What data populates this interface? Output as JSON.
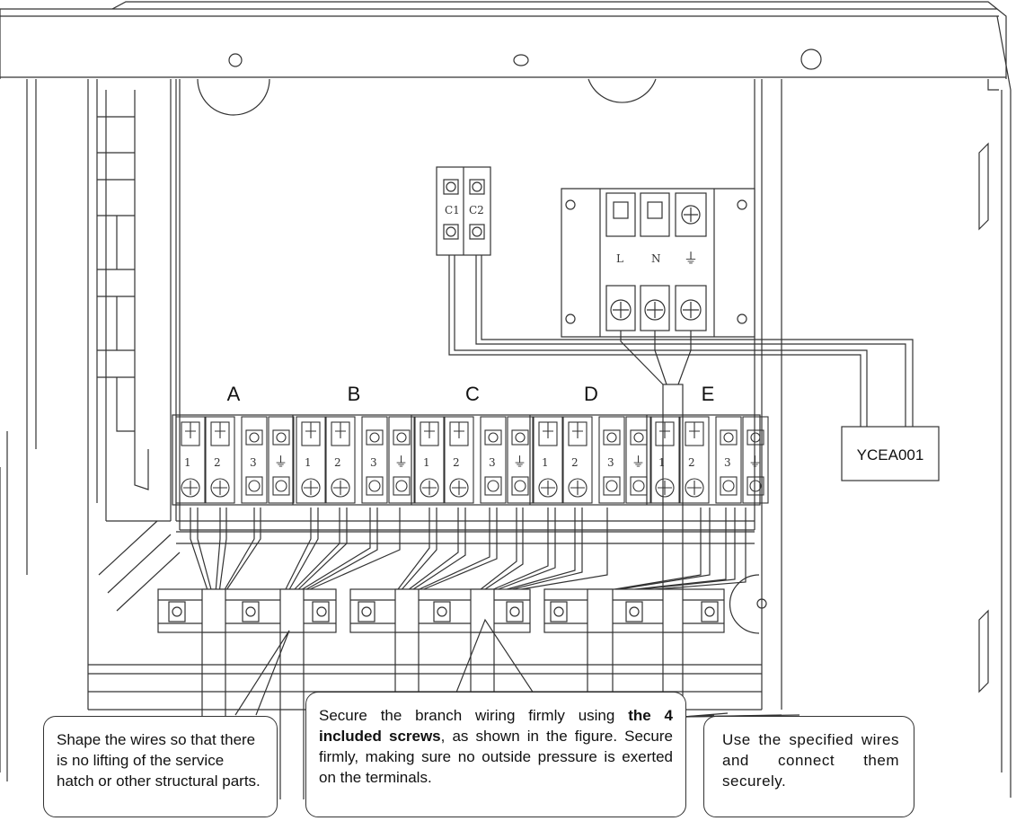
{
  "terminal_blocks": [
    {
      "letter": "A",
      "labels": [
        "1",
        "2",
        "3",
        "⏚"
      ]
    },
    {
      "letter": "B",
      "labels": [
        "1",
        "2",
        "3",
        "⏚"
      ]
    },
    {
      "letter": "C",
      "labels": [
        "1",
        "2",
        "3",
        "⏚"
      ]
    },
    {
      "letter": "D",
      "labels": [
        "1",
        "2",
        "3",
        "⏚"
      ]
    },
    {
      "letter": "E",
      "labels": [
        "1",
        "2",
        "3",
        "⏚"
      ]
    }
  ],
  "power_terminal": {
    "labels": [
      "L",
      "N",
      "⏚"
    ]
  },
  "comm_terminal": {
    "labels": [
      "C1",
      "C2"
    ]
  },
  "controller_label": "YCEA001",
  "callouts": {
    "left": "Shape the wires so that there is no lifting of the service hatch or other structural parts.",
    "middle": {
      "part1": "Secure the branch wiring firmly using ",
      "bold": "the 4 included screws",
      "part2": ", as shown in the figure. Secure firmly, making sure no outside pressure is exerted on the terminals."
    },
    "right": "Use the specified wires and connect them securely."
  }
}
